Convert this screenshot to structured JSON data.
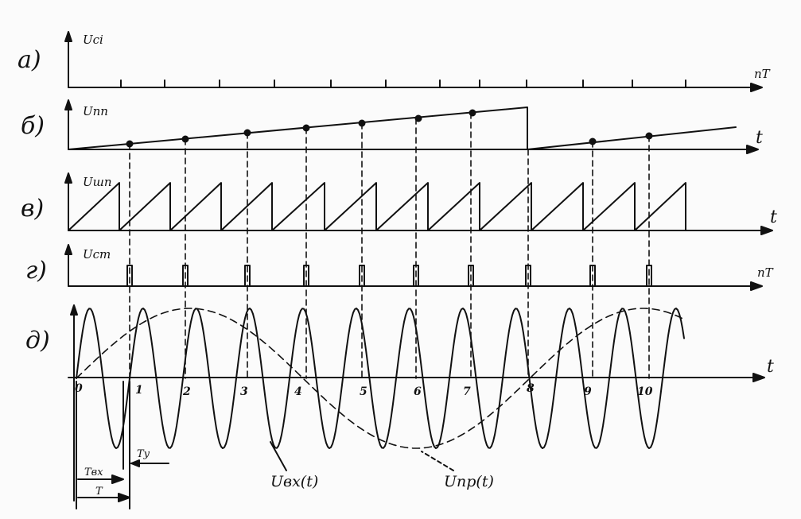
{
  "diagram": {
    "rows": [
      {
        "id": "a",
        "letter": "а)",
        "signal": "Uсі",
        "axis_end": "nT"
      },
      {
        "id": "b",
        "letter": "б)",
        "signal": "Uпп",
        "axis_end": "t"
      },
      {
        "id": "c",
        "letter": "в)",
        "signal": "Uшп",
        "axis_end": "t"
      },
      {
        "id": "d",
        "letter": "г)",
        "signal": "Uст",
        "axis_end": "nT"
      },
      {
        "id": "e",
        "letter": "д)",
        "signal": "",
        "axis_end": "t"
      }
    ],
    "sample_numbers": [
      "0",
      "1",
      "2",
      "3",
      "4",
      "5",
      "6",
      "7",
      "8",
      "9",
      "10"
    ],
    "annotations": {
      "t_in": "Tвх",
      "t_y": "Ty",
      "t_period": "T",
      "u_in": "Uвх(t)",
      "u_out": "Uпр(t)"
    },
    "colors": {
      "ink": "#111111",
      "paper": "#fbfbfb"
    }
  }
}
